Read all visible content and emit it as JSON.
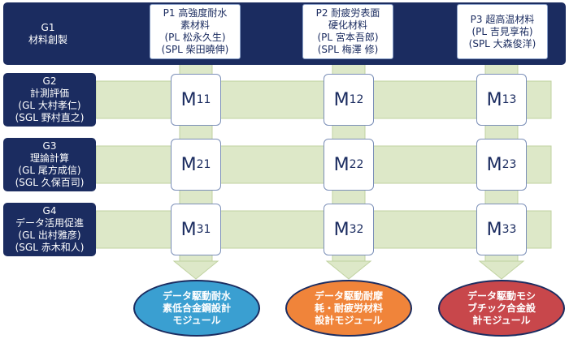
{
  "groups": [
    {
      "code": "G1",
      "name": "材料創製",
      "lead": "",
      "sublead": ""
    },
    {
      "code": "G2",
      "name": "計測評価",
      "lead": "(GL 大村孝仁)",
      "sublead": "(SGL 野村直之)"
    },
    {
      "code": "G3",
      "name": "理論計算",
      "lead": "(GL 尾方成信)",
      "sublead": "(SGL 久保百司)"
    },
    {
      "code": "G4",
      "name": "データ活用促進",
      "lead": "(GL 出村雅彦)",
      "sublead": "(SGL 赤木和人)"
    }
  ],
  "projects": [
    {
      "line1": "P1 高強度耐水",
      "line2": "素材料",
      "line3": "(PL 松永久生)",
      "line4": "(SPL 柴田曉伸)"
    },
    {
      "line1": "P2 耐疲労表面",
      "line2": "硬化材料",
      "line3": "(PL 宮本吾郎)",
      "line4": "(SPL 梅澤 修)"
    },
    {
      "line1": "P3 超高温材料",
      "line2": "(PL 吉見享祐)",
      "line3": "(SPL 大森俊洋)",
      "line4": ""
    }
  ],
  "modules": [
    {
      "base": "M",
      "sub": "11"
    },
    {
      "base": "M",
      "sub": "12"
    },
    {
      "base": "M",
      "sub": "13"
    },
    {
      "base": "M",
      "sub": "21"
    },
    {
      "base": "M",
      "sub": "22"
    },
    {
      "base": "M",
      "sub": "23"
    },
    {
      "base": "M",
      "sub": "31"
    },
    {
      "base": "M",
      "sub": "32"
    },
    {
      "base": "M",
      "sub": "33"
    }
  ],
  "outputs": [
    {
      "line1": "データ駆動耐水",
      "line2": "素低合金鋼設計",
      "line3": "モジュール",
      "color": "#3a9fd1"
    },
    {
      "line1": "データ駆動耐摩",
      "line2": "耗・耐疲労材料",
      "line3": "設計モジュール",
      "color": "#f0843a"
    },
    {
      "line1": "データ駆動モシ",
      "line2": "ブチック合金設",
      "line3": "計モジュール",
      "color": "#c8474b"
    }
  ],
  "colors": {
    "navy": "#1b2c60",
    "band": "#d9e5c3",
    "band_edge": "#b7c99a"
  }
}
